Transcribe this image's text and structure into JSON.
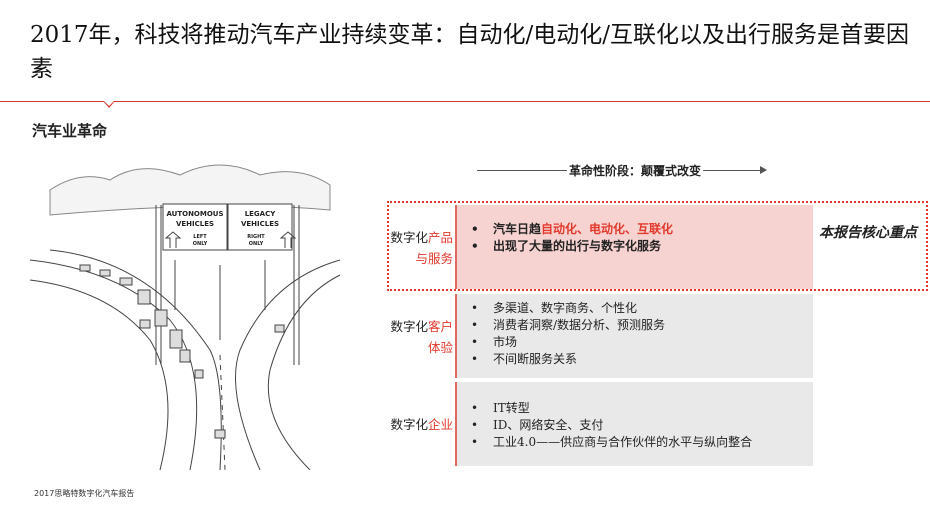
{
  "title": "2017年，科技将推动汽车产业持续变革：自动化/电动化/互联化以及出行服务是首要因素",
  "subtitle": "汽车业革命",
  "illustration": {
    "sign_left": {
      "line1": "AUTONOMOUS",
      "line2": "VEHICLES",
      "dir1": "LEFT",
      "dir2": "ONLY"
    },
    "sign_right": {
      "line1": "LEGACY",
      "line2": "VEHICLES",
      "dir1": "RIGHT",
      "dir2": "ONLY"
    }
  },
  "phase_label": "革命性阶段：颠覆式改变",
  "rows": [
    {
      "label_prefix": "数字化",
      "label_highlight": "产品与服务",
      "bullets_rich": {
        "b1_prefix": "汽车日趋",
        "b1_highlight": "自动化、电动化、互联化"
      },
      "bullets": [
        "出现了大量的出行与数字化服务"
      ]
    },
    {
      "label_prefix": "数字化",
      "label_highlight": "客户体验",
      "bullets": [
        "多渠道、数字商务、个性化",
        "消费者洞察/数据分析、预测服务",
        "市场",
        "不间断服务关系"
      ]
    },
    {
      "label_prefix": "数字化",
      "label_highlight": "企业",
      "bullets": [
        "IT转型",
        "ID、网络安全、支付",
        "工业4.0——供应商与合作伙伴的水平与纵向整合"
      ]
    }
  ],
  "focus_label": "本报告核心重点",
  "footer": "2017思略特数字化汽车报告",
  "colors": {
    "accent": "#e2392d",
    "highlight_bg": "#f6d3d1",
    "row_bg": "#e9e9e9"
  }
}
